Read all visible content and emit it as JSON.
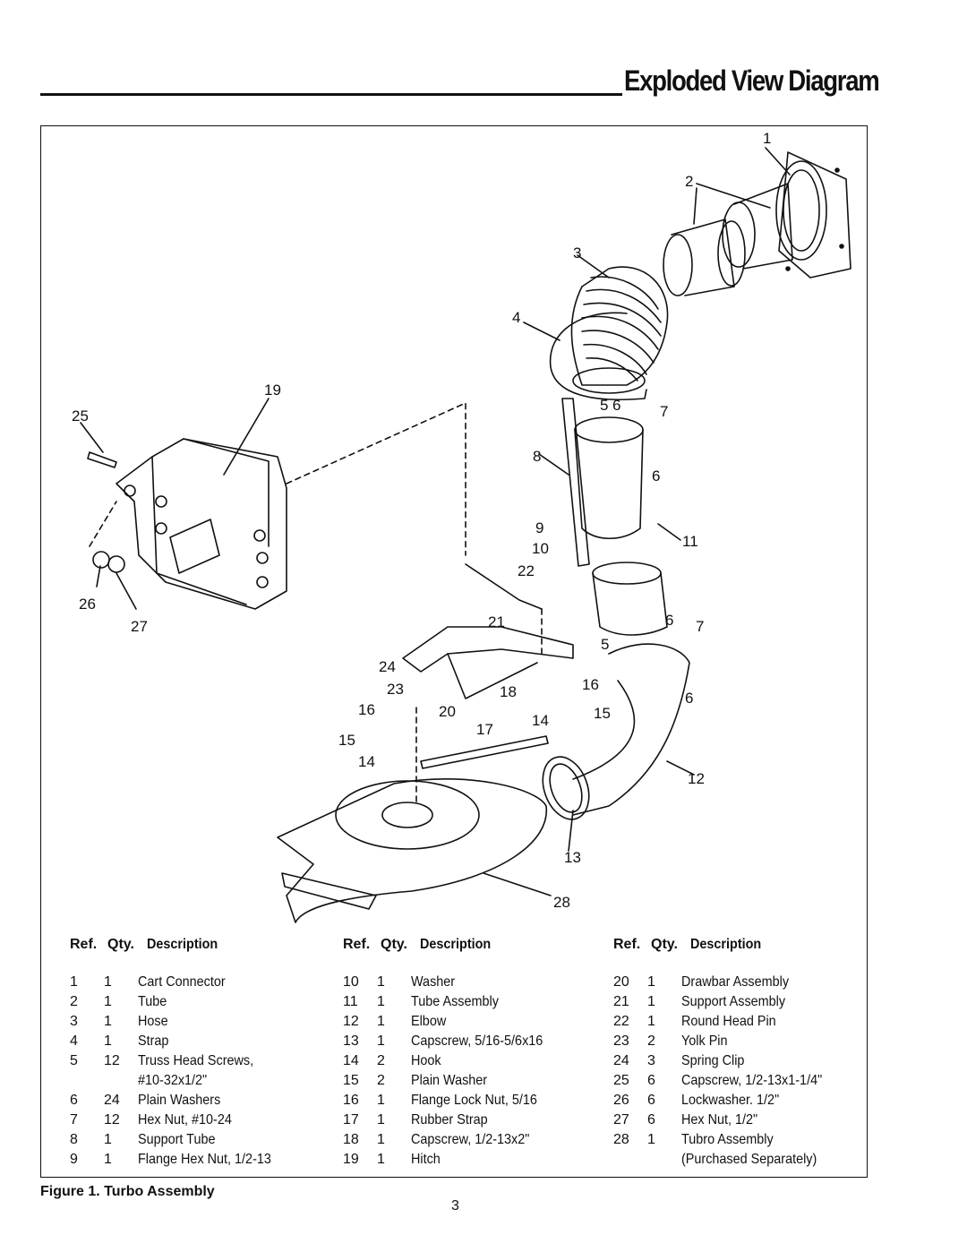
{
  "header": {
    "title": "Exploded View Diagram"
  },
  "diagram": {
    "callouts": [
      "1",
      "2",
      "3",
      "4",
      "5",
      "6",
      "7",
      "8",
      "6",
      "9",
      "10",
      "11",
      "22",
      "21",
      "5",
      "6",
      "7",
      "24",
      "23",
      "20",
      "18",
      "16",
      "6",
      "16",
      "15",
      "17",
      "14",
      "15",
      "14",
      "12",
      "13",
      "28",
      "19",
      "25",
      "26",
      "27"
    ]
  },
  "table": {
    "columns": [
      "Ref.",
      "Qty.",
      "Description"
    ],
    "col1": [
      {
        "ref": "1",
        "qty": "1",
        "desc": "Cart Connector"
      },
      {
        "ref": "2",
        "qty": "1",
        "desc": "Tube"
      },
      {
        "ref": "3",
        "qty": "1",
        "desc": "Hose"
      },
      {
        "ref": "4",
        "qty": "1",
        "desc": "Strap"
      },
      {
        "ref": "5",
        "qty": "12",
        "desc": "Truss Head Screws,"
      },
      {
        "ref": "",
        "qty": "",
        "desc": "#10-32x1/2\""
      },
      {
        "ref": "6",
        "qty": "24",
        "desc": "Plain Washers"
      },
      {
        "ref": "7",
        "qty": "12",
        "desc": "Hex Nut, #10-24"
      },
      {
        "ref": "8",
        "qty": "1",
        "desc": "Support Tube"
      },
      {
        "ref": "9",
        "qty": "1",
        "desc": "Flange Hex Nut, 1/2-13"
      }
    ],
    "col2": [
      {
        "ref": "10",
        "qty": "1",
        "desc": "Washer"
      },
      {
        "ref": "11",
        "qty": "1",
        "desc": "Tube Assembly"
      },
      {
        "ref": "12",
        "qty": "1",
        "desc": "Elbow"
      },
      {
        "ref": "13",
        "qty": "1",
        "desc": "Capscrew, 5/16-5/6x16"
      },
      {
        "ref": "14",
        "qty": "2",
        "desc": "Hook"
      },
      {
        "ref": "15",
        "qty": "2",
        "desc": "Plain Washer"
      },
      {
        "ref": "16",
        "qty": "1",
        "desc": "Flange Lock Nut, 5/16"
      },
      {
        "ref": "17",
        "qty": "1",
        "desc": "Rubber Strap"
      },
      {
        "ref": "18",
        "qty": "1",
        "desc": "Capscrew, 1/2-13x2\""
      },
      {
        "ref": "19",
        "qty": "1",
        "desc": "Hitch"
      }
    ],
    "col3": [
      {
        "ref": "20",
        "qty": "1",
        "desc": "Drawbar Assembly"
      },
      {
        "ref": "21",
        "qty": "1",
        "desc": "Support Assembly"
      },
      {
        "ref": "22",
        "qty": "1",
        "desc": "Round Head Pin"
      },
      {
        "ref": "23",
        "qty": "2",
        "desc": "Yolk Pin"
      },
      {
        "ref": "24",
        "qty": "3",
        "desc": "Spring Clip"
      },
      {
        "ref": "25",
        "qty": "6",
        "desc": "Capscrew, 1/2-13x1-1/4\""
      },
      {
        "ref": "26",
        "qty": "6",
        "desc": "Lockwasher. 1/2\""
      },
      {
        "ref": "27",
        "qty": "6",
        "desc": "Hex Nut, 1/2\""
      },
      {
        "ref": "28",
        "qty": "1",
        "desc": "Tubro Assembly"
      },
      {
        "ref": "",
        "qty": "",
        "desc": "(Purchased Separately)"
      }
    ]
  },
  "caption": "Figure 1. Turbo Assembly",
  "page_number": "3"
}
